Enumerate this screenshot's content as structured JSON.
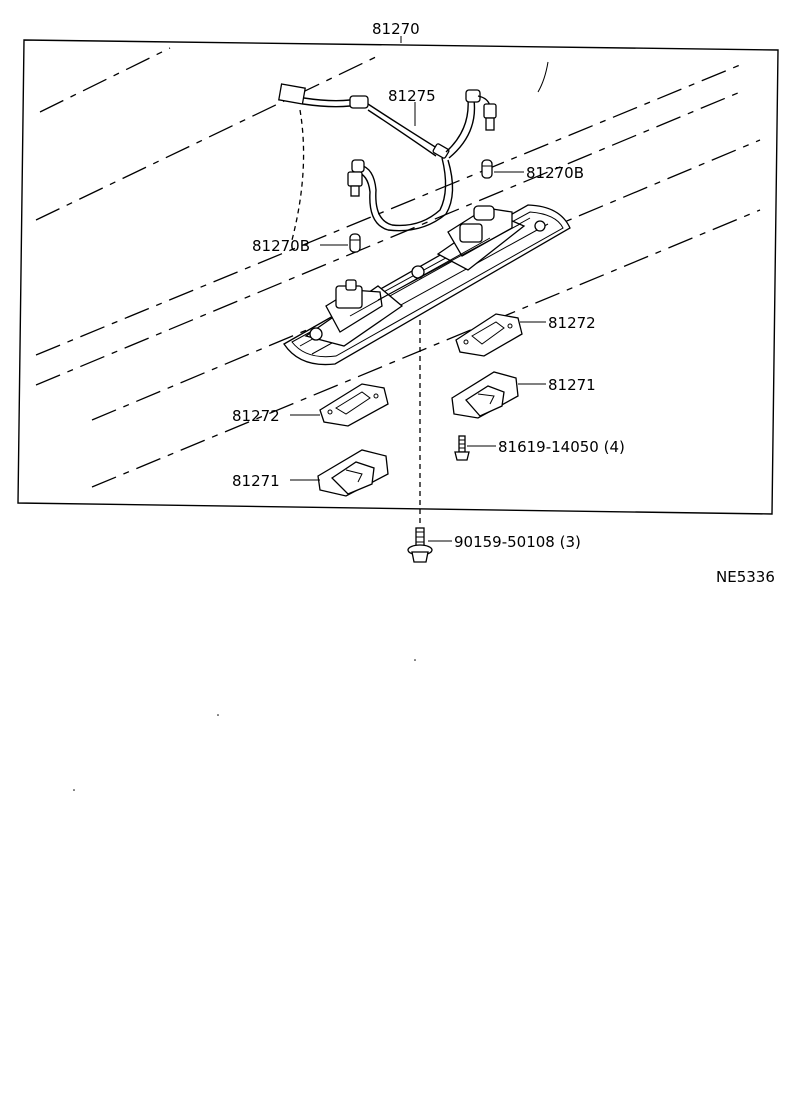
{
  "diagram": {
    "code": "NE5336",
    "labels": {
      "assembly": "81270",
      "wire": "81275",
      "bulb_right": "81270B",
      "bulb_left": "81270B",
      "gasket_right": "81272",
      "lens_right": "81271",
      "gasket_left": "81272",
      "lens_left": "81271",
      "screw_small": "81619-14050 (4)",
      "screw_bottom": "90159-50108 (3)"
    }
  }
}
